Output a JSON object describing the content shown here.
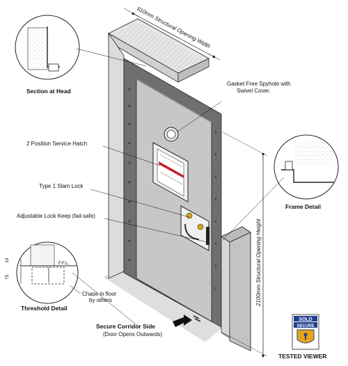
{
  "labels": {
    "width_dim": "910mm Structural Opening Width",
    "height_dim": "2100mm Structural Opening Height",
    "section_head": "Section at Head",
    "spyhole_line1": "Gasket Free Spyhole with",
    "spyhole_line2": "Swivel Cover.",
    "hatch": "2 Position Service Hatch",
    "slam_lock": "Type 1 Slam Lock",
    "lock_keep": "Adjustable Lock Keep (fail-safe)",
    "frame_detail": "Frame Detail",
    "threshold_detail": "Threshold Detail",
    "chase_line1": "Chase in floor",
    "chase_line2": "by others",
    "dim_10": "10",
    "dim_75": "75",
    "ffl": "F.F.L.",
    "corridor_line1": "Secure Corridor Side",
    "corridor_line2": "(Door Opens Outwards)",
    "tested_viewer": "TESTED VIEWER"
  },
  "badge": {
    "word1": "SOLD",
    "word2": "SECURE",
    "colors": {
      "blue": "#1f3f8f",
      "gold": "#e7a417"
    }
  },
  "colors": {
    "frame": "#6f6f6f",
    "door_face": "#c7c7c7",
    "wall": "#dcdcdc",
    "hatch_red": "#c8202a"
  }
}
